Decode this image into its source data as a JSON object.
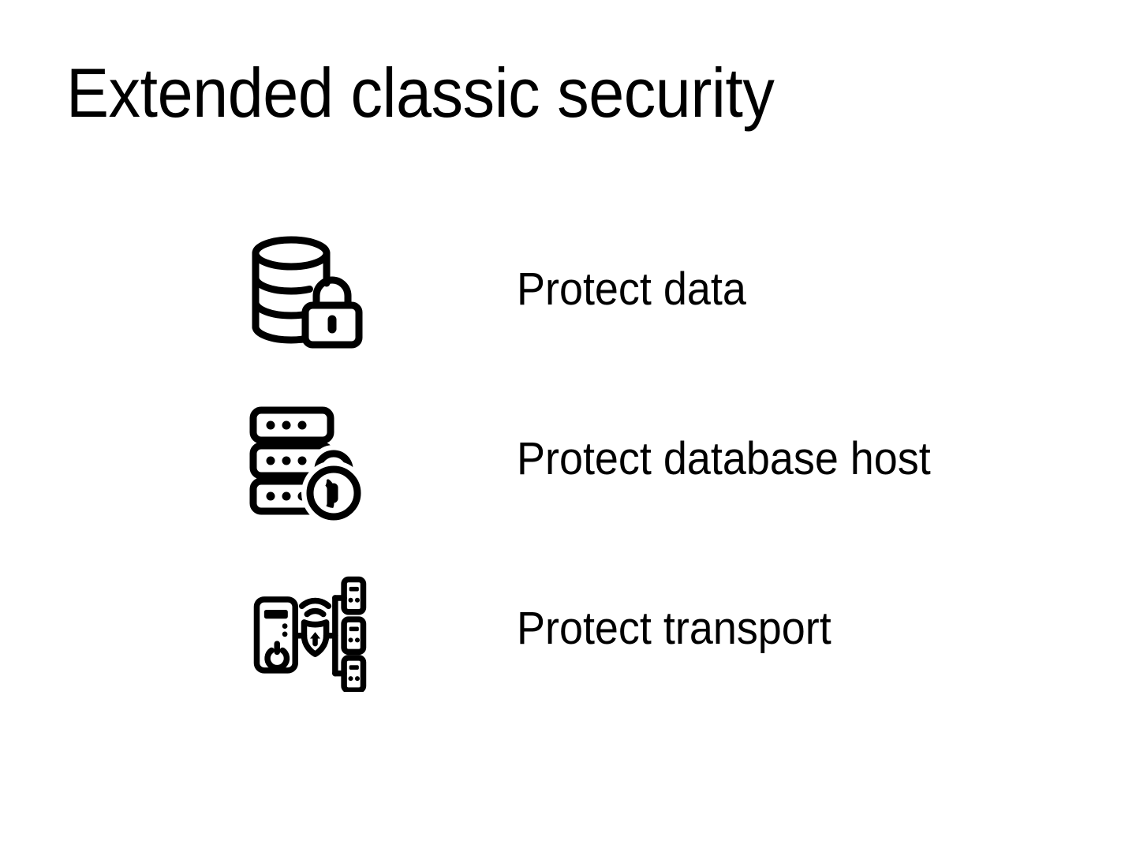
{
  "slide": {
    "title": "Extended classic security",
    "background_color": "#ffffff",
    "text_color": "#000000",
    "items": [
      {
        "label": "Protect data",
        "icon": "database-lock-icon"
      },
      {
        "label": "Protect database host",
        "icon": "server-rack-lock-icon"
      },
      {
        "label": "Protect transport",
        "icon": "network-shield-transport-icon"
      }
    ]
  }
}
